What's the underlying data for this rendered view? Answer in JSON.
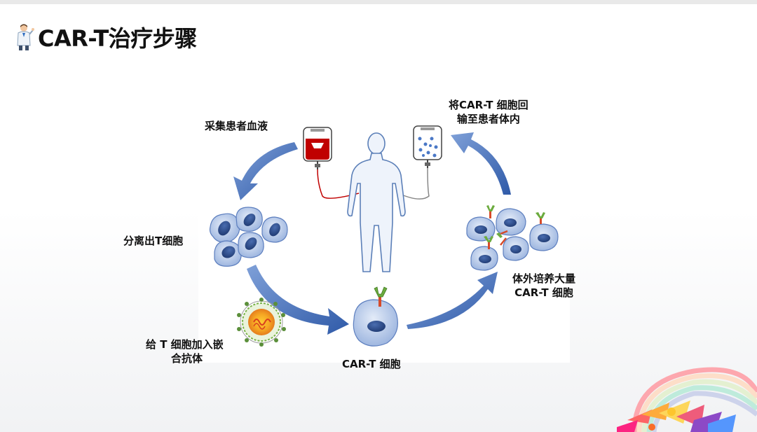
{
  "page": {
    "title": "CAR-T治疗步骤"
  },
  "steps": {
    "collect_blood": "采集患者血液",
    "return_cells": [
      "将CAR-T 细胞回",
      "输至患者体内"
    ],
    "separate_t_cells": "分离出T细胞",
    "expand_cells": [
      "体外培养大量",
      "CAR-T 细胞"
    ],
    "add_chimeric_antibody": [
      "给 T 细胞加入嵌",
      "合抗体"
    ],
    "car_t_cell": "CAR-T 细胞"
  },
  "colors": {
    "arrow_blue": "#4472c4",
    "cell_fill": "#c5d5ef",
    "nucleus": "#2f4f8f",
    "blood_red": "#c00000"
  },
  "icons": [
    "doctor-icon",
    "blood-bag-icon",
    "infusion-bag-icon",
    "human-body-icon",
    "virus-vector-icon",
    "rainbow-decoration"
  ]
}
